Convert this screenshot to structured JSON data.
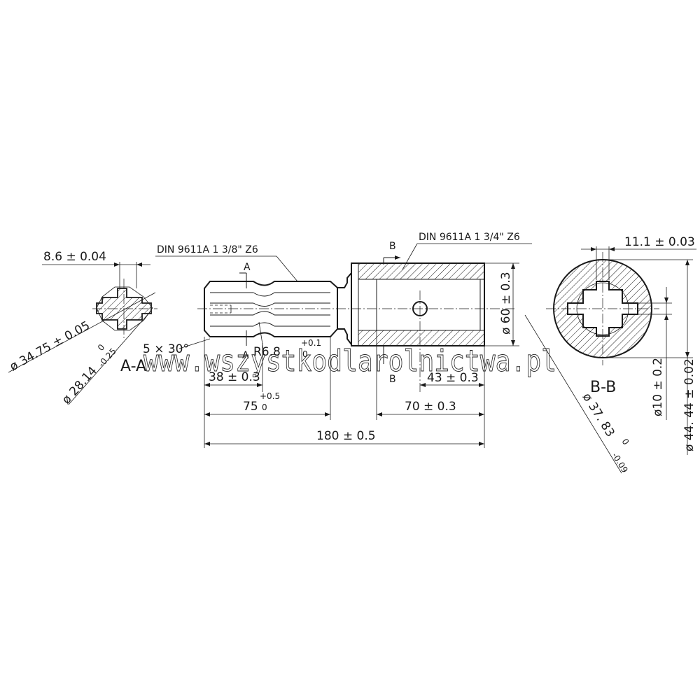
{
  "spline_front": "DIN 9611A  1 3/8\"  Z6",
  "spline_rear": "DIN 9611A  1 3/4\"  Z6",
  "section_a_label": "A",
  "section_b_label": "B",
  "view_a": "A-A",
  "view_b": "B-B",
  "dim_key_width_a": "8.6 ± 0.04",
  "dim_outer_a": "ø 34.75 ± 0.05",
  "dim_inner_a_main": "ø 28.14",
  "dim_inner_a_tol_up": "0",
  "dim_inner_a_tol_down": "-0.25",
  "dim_chamfer": "5 × 30°",
  "dim_radius_main": "R6.8",
  "dim_radius_tol_up": "+0.1",
  "dim_radius_tol_down": "0",
  "dim_38": "38 ± 0.3",
  "dim_75_main": "75",
  "dim_75_tol_up": "+0.5",
  "dim_75_tol_down": "0",
  "dim_180": "180 ± 0.5",
  "dim_43": "43 ± 0.3",
  "dim_70": "70 ± 0.3",
  "dim_60": "ø 60 ± 0.3",
  "dim_key_width_b": "11.1 ± 0.03",
  "dim_hole": "ø10 ± 0.2",
  "dim_outer_b": "ø 44. 44 ± 0.02",
  "dim_inner_b_main": "ø 37. 83",
  "dim_inner_b_tol_up": "0",
  "dim_inner_b_tol_down": "-0.09",
  "watermark": "www.wszystkodlarolnictwa.pl"
}
